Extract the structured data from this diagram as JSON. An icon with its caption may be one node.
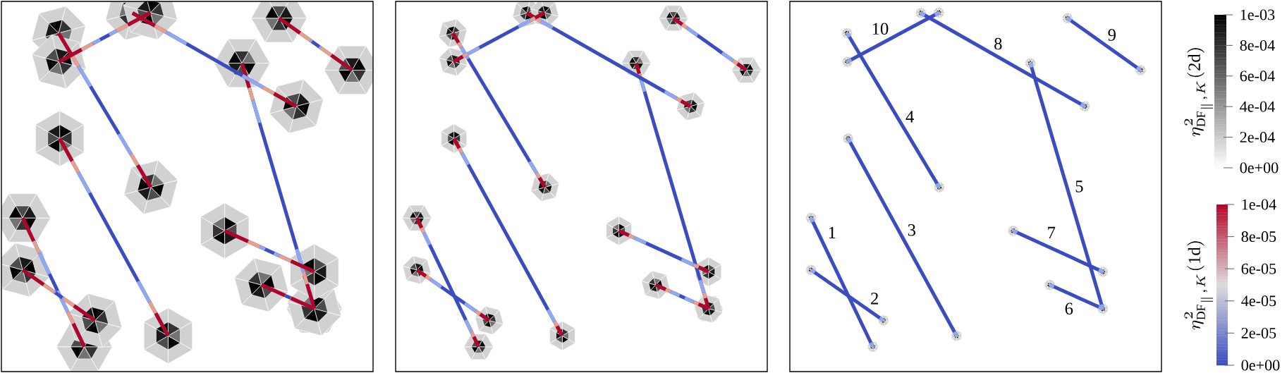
{
  "diagram": {
    "labels": [
      "10",
      "8",
      "9",
      "4",
      "1",
      "3",
      "2",
      "5",
      "7",
      "6",
      "1e-03",
      "8e-04",
      "6e-04",
      "4e-04",
      "2e-04",
      "0e+00",
      "1e-04",
      "8e-05",
      "6e-05",
      "4e-05",
      "2e-05",
      "0e+00",
      "\\eta^{2}_{\\mathrm{DF}_{\\parallel},K}\\mathrm{(2d)}",
      "\\eta^{2}_{\\mathrm{DF}_{\\parallel},K}\\mathrm{(1d)}"
    ]
  }
}
